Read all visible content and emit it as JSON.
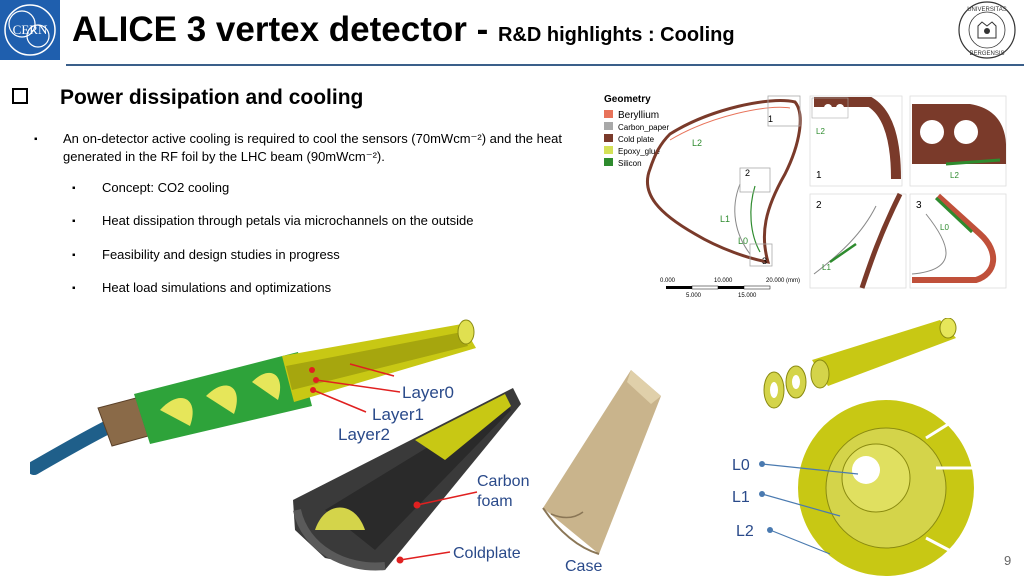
{
  "header": {
    "logo_left_text": "CERN",
    "title": "ALICE 3 vertex detector",
    "title_dash": " - ",
    "subtitle": "R&D highlights : Cooling",
    "logo_right_text_top": "UNIVERSITAS",
    "logo_right_text_bottom": "BERGENSIS"
  },
  "section": {
    "heading": "Power dissipation and cooling",
    "main_bullet": "An on-detector active cooling is required to cool the sensors (70mWcm⁻²) and the heat generated in the RF foil by the LHC beam (90mWcm⁻²).",
    "sub_bullets": [
      "Concept: CO2 cooling",
      "Heat dissipation through petals via microchannels on the outside",
      "Feasibility and design  studies in progress",
      "Heat load simulations and optimizations"
    ]
  },
  "geometry_figure": {
    "title": "Geometry",
    "legend": [
      {
        "label": "Beryllium",
        "color": "#e8735a"
      },
      {
        "label": "Carbon_paper",
        "color": "#a8a8a8"
      },
      {
        "label": "Cold plate",
        "color": "#7a3a2a"
      },
      {
        "label": "Epoxy_glue",
        "color": "#d4e157"
      },
      {
        "label": "Silicon",
        "color": "#2e8b2e"
      }
    ],
    "layer_labels": [
      "L2",
      "L1",
      "L0"
    ],
    "zoom_markers": [
      "1",
      "2",
      "3"
    ],
    "scale_top": [
      "0.000",
      "10.000",
      "20.000 (mm)"
    ],
    "scale_bottom": [
      "5.000",
      "15.000"
    ],
    "panel1_labels": [
      "L2",
      "L2",
      "1"
    ],
    "panel2_labels": [
      "2",
      "L1"
    ],
    "panel3_labels": [
      "3",
      "L0"
    ]
  },
  "render_labels": {
    "layers": [
      "Layer0",
      "Layer1",
      "Layer2"
    ],
    "carbon_foam": [
      "Carbon",
      "foam"
    ],
    "coldplate": "Coldplate",
    "case": "Case",
    "disc_layers": [
      "L0",
      "L1",
      "L2"
    ]
  },
  "colors": {
    "accent_red": "#e02020",
    "yellow": "#c8c814",
    "green": "#2ea33a",
    "label_blue": "#2a4a8a"
  },
  "page_number": "9"
}
